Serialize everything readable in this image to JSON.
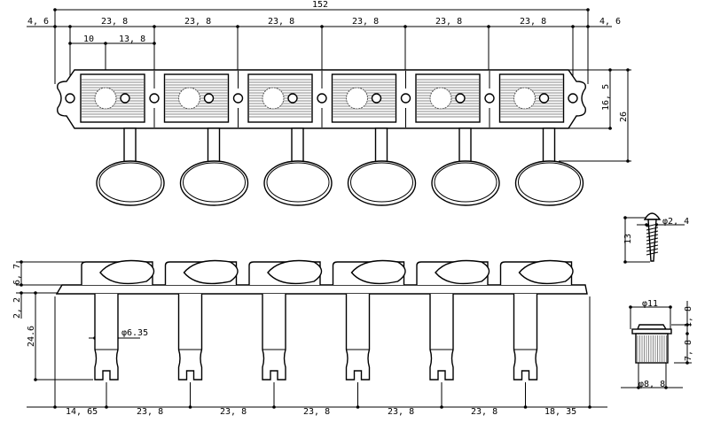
{
  "top_view": {
    "overall": "152",
    "edge_left": "4, 6",
    "edge_right": "4, 6",
    "spacing": [
      "23, 8",
      "23, 8",
      "23, 8",
      "23, 8",
      "23, 8",
      "23, 8"
    ],
    "post_offset": "10",
    "post_offset_rest": "13, 8",
    "plate_height": "16, 5",
    "total_height": "26"
  },
  "side_view": {
    "knob_height": "6, 7",
    "plate_thickness": "2, 2",
    "post_length": "24.6",
    "post_diameter": "φ6.35",
    "bottom_dims": [
      "14, 65",
      "23, 8",
      "23, 8",
      "23, 8",
      "23, 8",
      "23, 8",
      "18, 35"
    ]
  },
  "screw": {
    "length": "13",
    "diameter": "φ2, 4"
  },
  "bushing": {
    "head_diameter": "φ11",
    "head_height": "1, 8",
    "body_height": "7, 8",
    "body_diameter": "φ8, 8"
  },
  "tuner_count": 6
}
